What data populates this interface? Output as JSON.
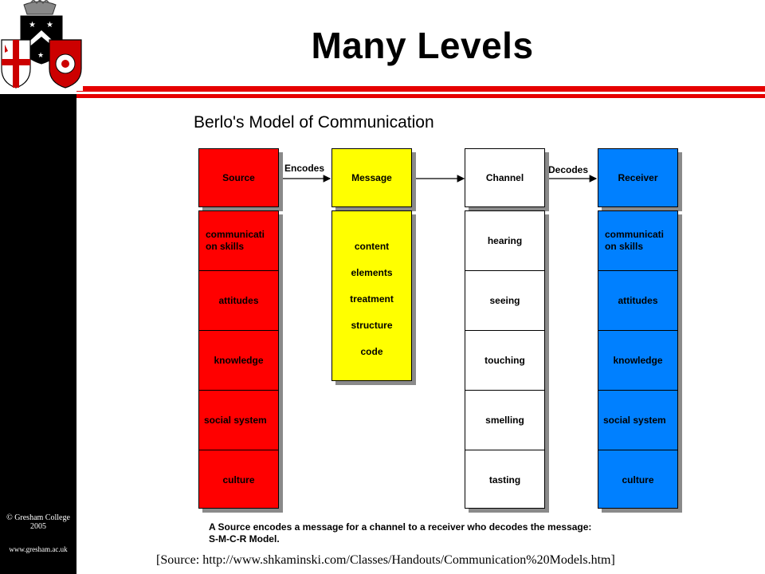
{
  "slide": {
    "title": "Many Levels",
    "copyright": "© Gresham College 2005",
    "website": "www.gresham.ac.uk",
    "source": "[Source: http://www.shkaminski.com/Classes/Handouts/Communication%20Models.htm]"
  },
  "diagram": {
    "title": "Berlo's Model of Communication",
    "arrow_encodes": "Encodes",
    "arrow_decodes": "Decodes",
    "source": {
      "header": "Source",
      "items": [
        "communicati on skills",
        "attitudes",
        "knowledge",
        "social system",
        "culture"
      ],
      "color": "#ff0000"
    },
    "message": {
      "header": "Message",
      "items": [
        "content",
        "elements",
        "treatment",
        "structure",
        "code"
      ],
      "color": "#ffff00"
    },
    "channel": {
      "header": "Channel",
      "items": [
        "hearing",
        "seeing",
        "touching",
        "smelling",
        "tasting"
      ],
      "color": "#ffffff"
    },
    "receiver": {
      "header": "Receiver",
      "items": [
        "communicati on skills",
        "attitudes",
        "knowledge",
        "social system",
        "culture"
      ],
      "color": "#0080ff"
    },
    "caption_line1": "A Source encodes a message for a channel to a receiver who decodes the message:",
    "caption_line2": "S-M-C-R Model."
  },
  "colors": {
    "accent_red": "#e60000",
    "sidebar": "#000000"
  }
}
